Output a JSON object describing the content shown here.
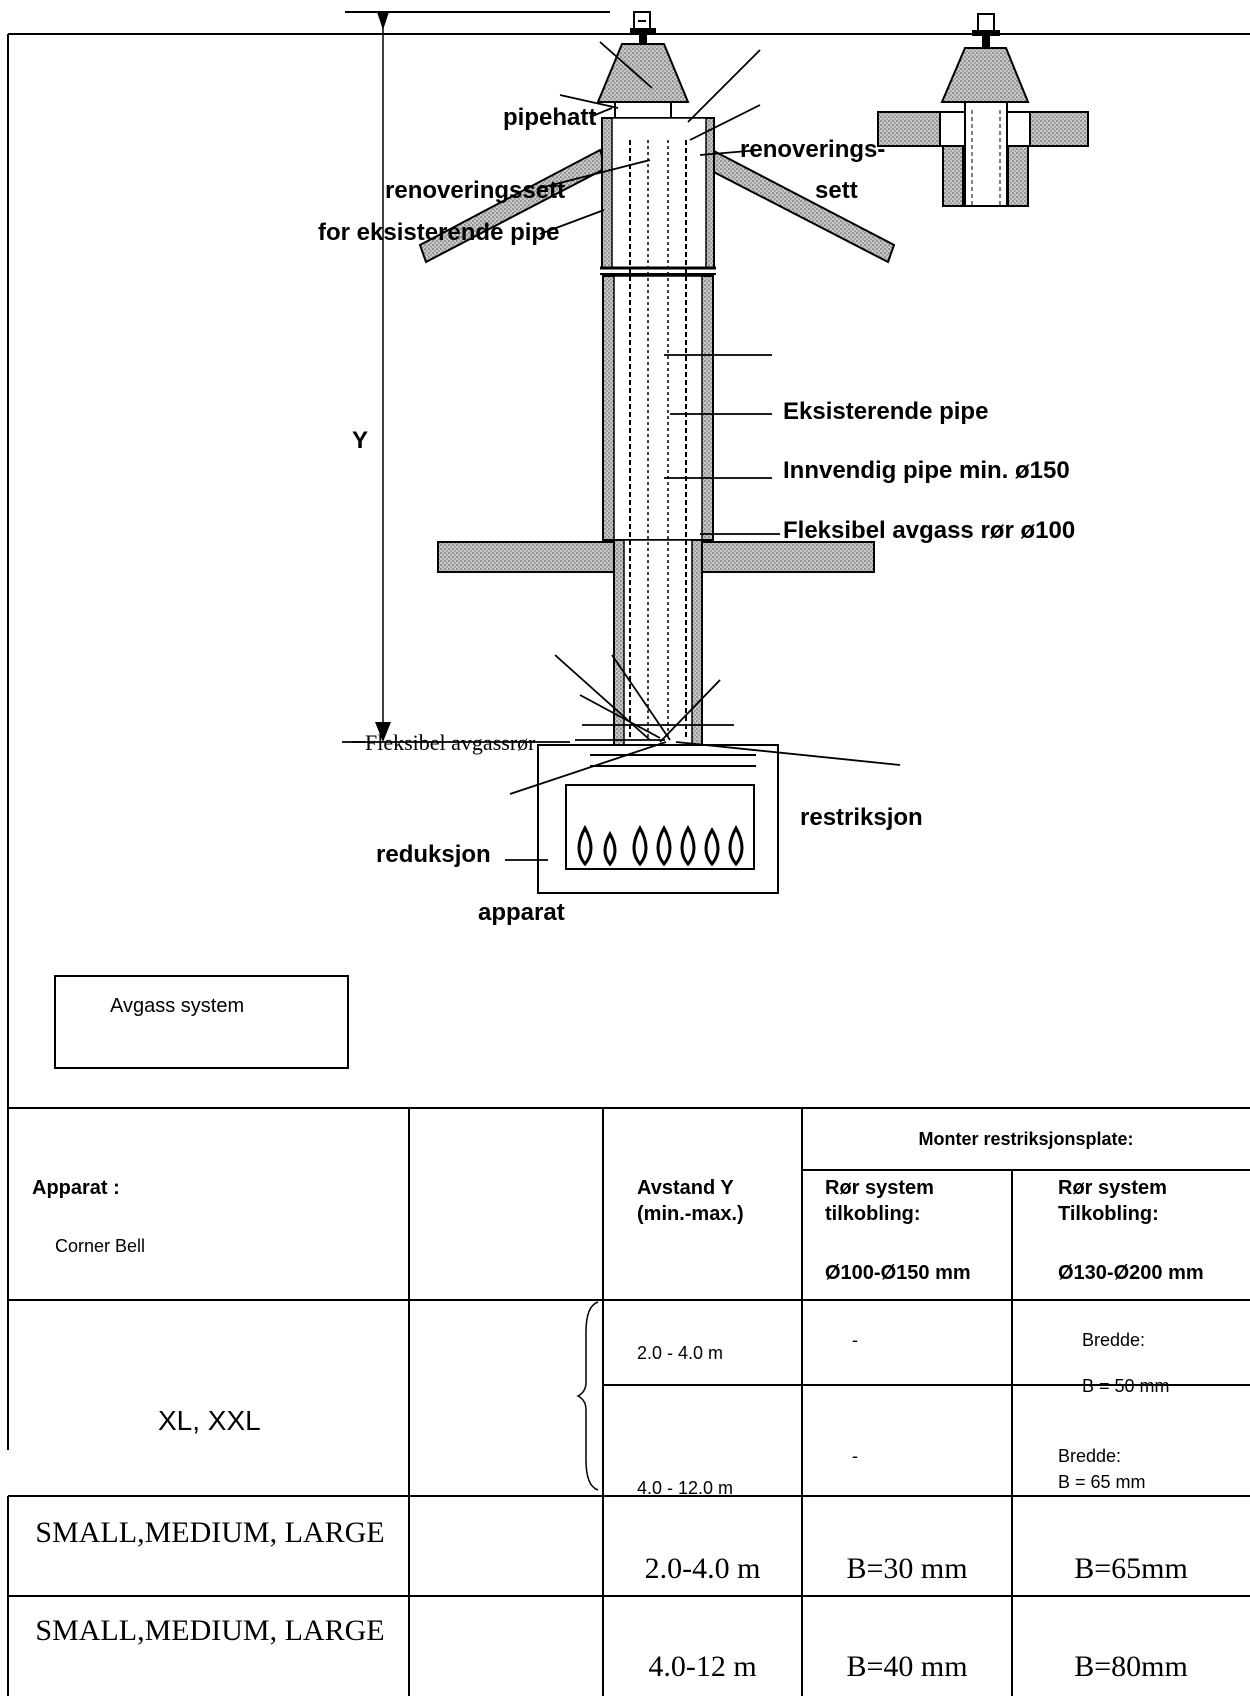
{
  "diagram": {
    "label_y": "Y",
    "label_pipehatt": "pipehatt",
    "label_renoveringssett_left": "renoveringssett",
    "label_for_eksisterende": "for eksisterende pipe",
    "label_renoverings_right": "renoverings-",
    "label_sett_right": "sett",
    "label_eksisterende_pipe": "Eksisterende pipe",
    "label_innvendig_pipe": "Innvendig pipe min. ø150",
    "label_fleksibel_ror": "Fleksibel avgass rør ø100",
    "label_fleksibel_avgassror": "Fleksibel avgassrør",
    "label_restriksjon": "restriksjon",
    "label_reduksjon": "reduksjon",
    "label_apparat": "apparat",
    "system_box": "Avgass system"
  },
  "table": {
    "header_apparat": "Apparat :",
    "header_apparat_model": "Corner Bell",
    "header_avstand": "Avstand Y",
    "header_avstand_sub": "(min.-max.)",
    "header_monter": "Monter restriksjonsplate:",
    "col1_line1": "Rør system",
    "col1_line2": "tilkobling:",
    "col1_size": "Ø100-Ø150 mm",
    "col2_line1": "Rør system",
    "col2_line2": "Tilkobling:",
    "col2_size": "Ø130-Ø200 mm",
    "xl": {
      "name": "XL, XXL",
      "range1": "2.0 - 4.0 m",
      "range1_col1": "-",
      "range1_col2a": "Bredde:",
      "range1_col2b": "B = 50 mm",
      "range2": "4.0 - 12.0 m",
      "range2_col1": "-",
      "range2_col2a": "Bredde:",
      "range2_col2b": "B = 65 mm"
    },
    "row_sml1": {
      "name": "SMALL,MEDIUM, LARGE",
      "range": "2.0-4.0 m",
      "col1": "B=30 mm",
      "col2": "B=65mm"
    },
    "row_sml2": {
      "name": "SMALL,MEDIUM, LARGE",
      "range": "4.0-12 m",
      "col1": "B=40 mm",
      "col2": "B=80mm"
    }
  }
}
